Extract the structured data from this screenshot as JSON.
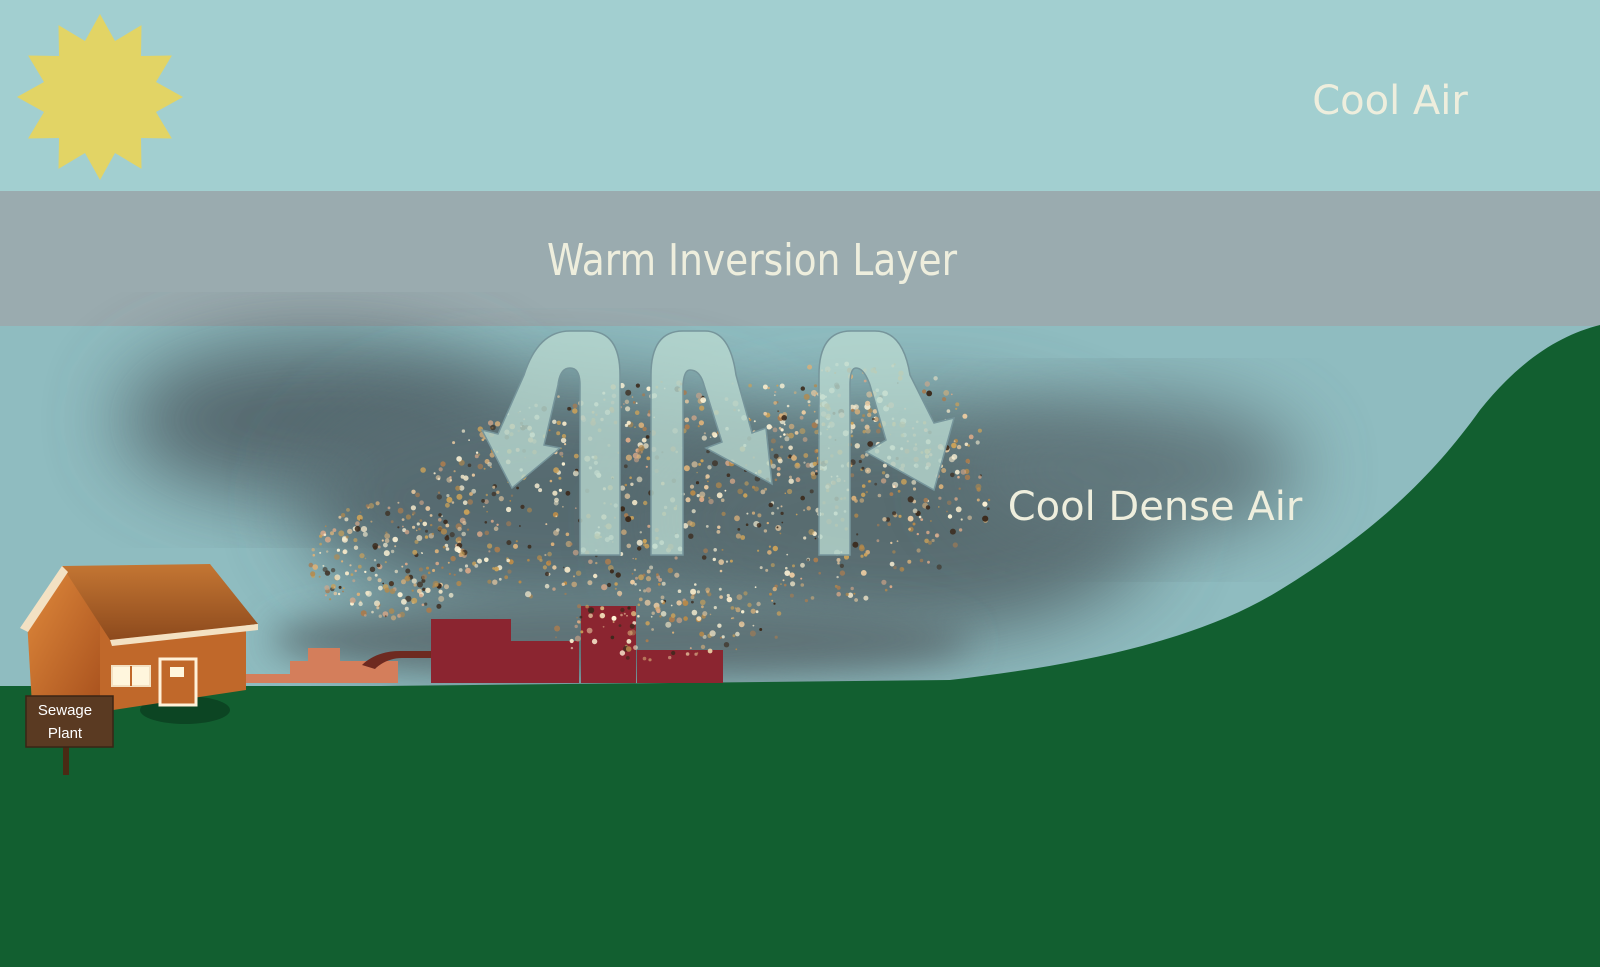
{
  "labels": {
    "cool_air": "Cool Air",
    "inversion_layer": "Warm Inversion Layer",
    "cool_dense_air": "Cool Dense Air",
    "sign_line1": "Sewage",
    "sign_line2": "Plant"
  },
  "colors": {
    "upper_sky": "#a2cfd0",
    "inversion_band": "#9aabaf",
    "lower_sky": "#8fbcc0",
    "smog": "#4a5a60",
    "ground": "#125f30",
    "factory": "#8b2530",
    "sun": "#e2d465",
    "house": "#c56d2c",
    "roof": "#b06027",
    "arrow": "#b6d6cf"
  },
  "icons": {
    "sun": "sun-icon",
    "house": "house-icon",
    "factory": "factory-icon",
    "sign": "signpost-icon"
  }
}
